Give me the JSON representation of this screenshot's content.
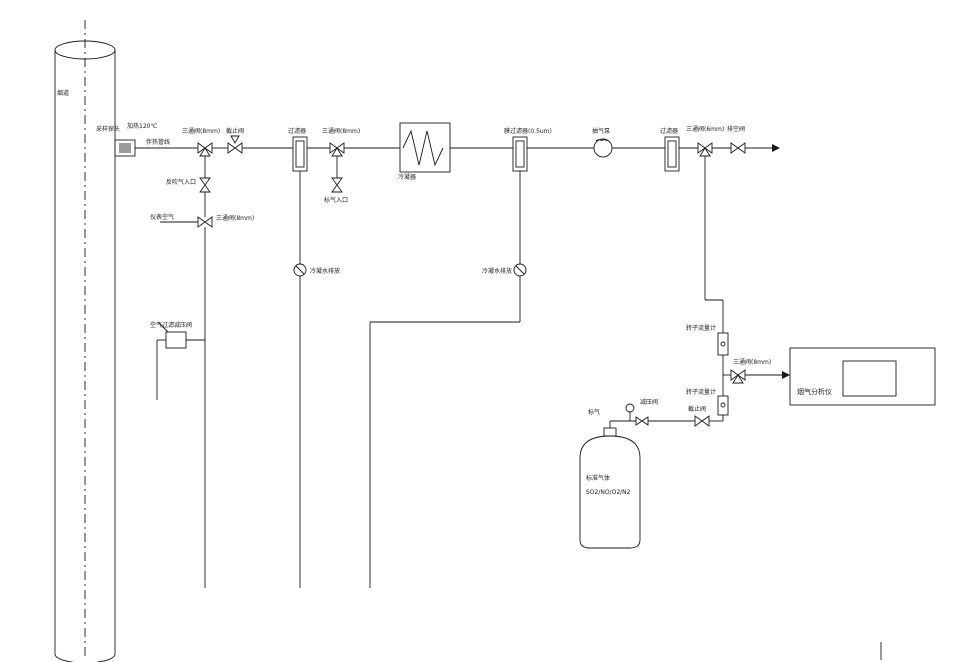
{
  "colors": {
    "line": "#1a1a1a",
    "background": "#ffffff"
  },
  "labels": {
    "stack": "烟道",
    "probe": "采样探头",
    "probe_heat": "加热120℃",
    "heated_line": "伴热管线",
    "valve_3way_8mm_1": "三通阀(8mm)",
    "shutoff_valve_1": "截止阀",
    "blowback_inlet": "反吹气入口",
    "valve_3way_8mm_2": "三通阀(8mm)",
    "instrument_air": "仪表空气",
    "air_filter_regulator": "空气过滤减压阀",
    "filter_1": "过滤器",
    "condensate_drain_1": "冷凝水排放",
    "valve_3way_8mm_3": "三通阀(8mm)",
    "cal_gas_inlet": "标气入口",
    "condenser": "冷凝器",
    "membrane_filter": "膜过滤器(0.5um)",
    "condensate_drain_2": "冷凝水排放",
    "pump": "抽气泵",
    "filter_2": "过滤器",
    "valve_3way_6mm": "三通阀(6mm)",
    "vent_valve": "排空阀",
    "rotameter_1": "转子流量计",
    "rotameter_2": "转子流量计",
    "valve_3way_8mm_4": "三通阀(8mm)",
    "analyzer": "烟气分析仪",
    "regulator": "减压阀",
    "shutoff_valve_2": "截止阀",
    "span_gas": "标气",
    "cylinder_name": "标准气体",
    "cylinder_gases": "SO2/NO/O2/N2"
  }
}
